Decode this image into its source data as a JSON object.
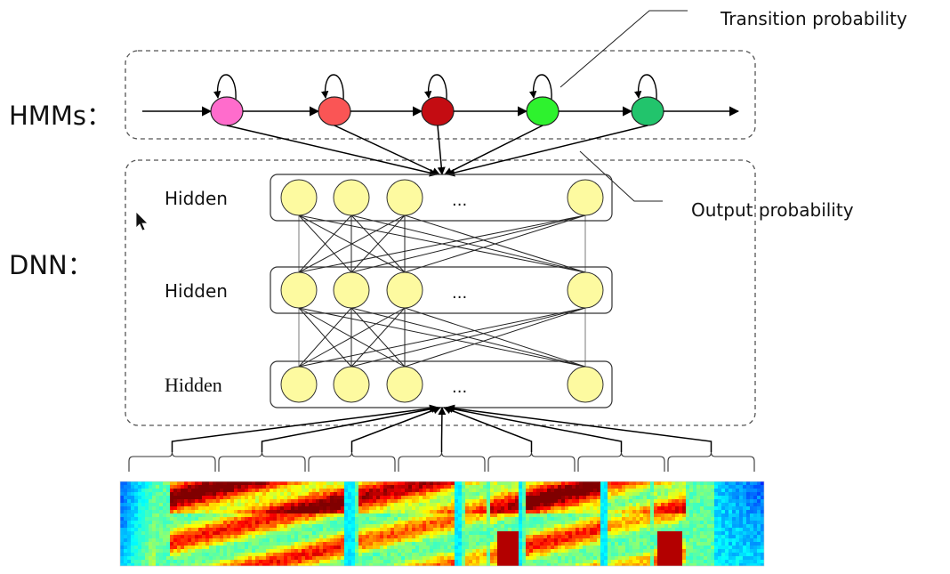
{
  "labels": {
    "hmm": "HMMs：",
    "dnn": "DNN：",
    "transition": "Transition probability",
    "output": "Output probability"
  },
  "hmm_states": [
    {
      "name": "state-1",
      "color": "#ff6ccc"
    },
    {
      "name": "state-2",
      "color": "#fa5555"
    },
    {
      "name": "state-3",
      "color": "#c40c12"
    },
    {
      "name": "state-4",
      "color": "#2ef22e"
    },
    {
      "name": "state-5",
      "color": "#22c46c"
    }
  ],
  "dnn_layers": [
    {
      "label": "Hidden",
      "ellipsis": "..."
    },
    {
      "label": "Hidden",
      "ellipsis": "..."
    },
    {
      "label": "Hidden",
      "ellipsis": "..."
    }
  ],
  "neuron_color": "#fdfaa0",
  "input_frames": 7,
  "spectrogram": {
    "colormap": "jet"
  }
}
